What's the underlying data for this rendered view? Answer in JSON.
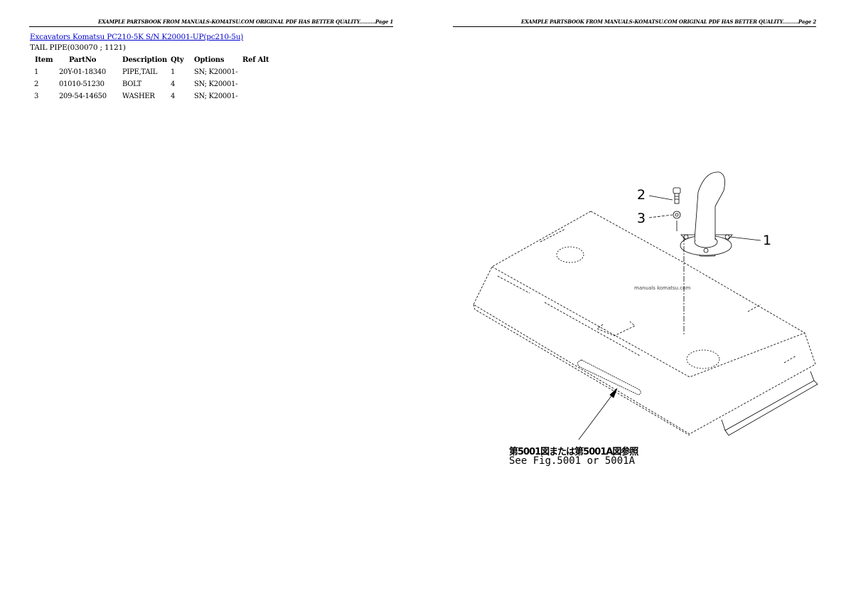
{
  "pages": [
    {
      "header": "EXAMPLE PARTSBOOK FROM MANUALS-KOMATSU.COM ORIGINAL PDF HAS BETTER QUALITY..........Page 1",
      "title_link": "Excavators Komatsu PC210-5K S/N K20001-UP(pc210-5u)",
      "subtitle": "TAIL PIPE(030070 ; 1121)",
      "table": {
        "columns": [
          "Item",
          "PartNo",
          "Description",
          "Qty",
          "Options",
          "Ref Alt"
        ],
        "rows": [
          {
            "item": "1",
            "part_no": "20Y-01-18340",
            "description": "PIPE,TAIL",
            "qty": "1",
            "options": "SN; K20001-",
            "ref_alt": ""
          },
          {
            "item": "2",
            "part_no": "01010-51230",
            "description": "BOLT",
            "qty": "4",
            "options": "SN; K20001-",
            "ref_alt": ""
          },
          {
            "item": "3",
            "part_no": "209-54-14650",
            "description": "WASHER",
            "qty": "4",
            "options": "SN; K20001-",
            "ref_alt": ""
          }
        ]
      }
    },
    {
      "header": "EXAMPLE PARTSBOOK FROM MANUALS-KOMATSU.COM ORIGINAL PDF HAS BETTER QUALITY..........Page 2",
      "diagram": {
        "callouts": [
          "1",
          "2",
          "3"
        ],
        "watermark": "manuals komatsu.com",
        "caption_jp": "第5001図または第5001A図参照",
        "caption_en": "See Fig.5001 or 5001A"
      }
    }
  ],
  "colors": {
    "link": "#0000cc",
    "text": "#000000",
    "background": "#ffffff"
  }
}
